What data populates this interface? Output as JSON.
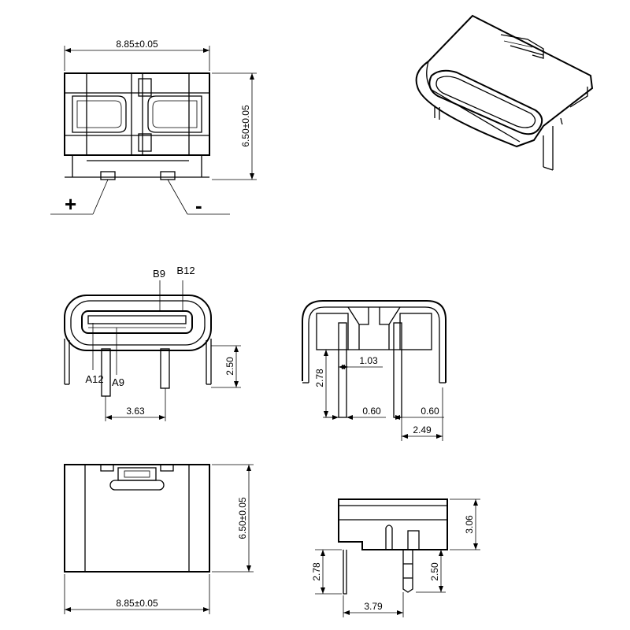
{
  "dimensions": {
    "top_width": "8.85±0.05",
    "top_height": "6.50±0.05",
    "front_height": "2.50",
    "front_pitch": "3.63",
    "side_leg_height": "2.78",
    "side_leg_gap": "1.03",
    "side_pin_width_left": "0.60",
    "side_pin_width_right": "0.60",
    "side_offset": "2.49",
    "bottom_height": "6.50±0.05",
    "bottom_width": "8.85±0.05",
    "profile_height": "3.06",
    "profile_leg_height": "2.78",
    "profile_pin_height": "2.50",
    "profile_offset": "3.79"
  },
  "labels": {
    "plus": "+",
    "minus": "-",
    "b9": "B9",
    "b12": "B12",
    "a12": "A12",
    "a9": "A9"
  }
}
